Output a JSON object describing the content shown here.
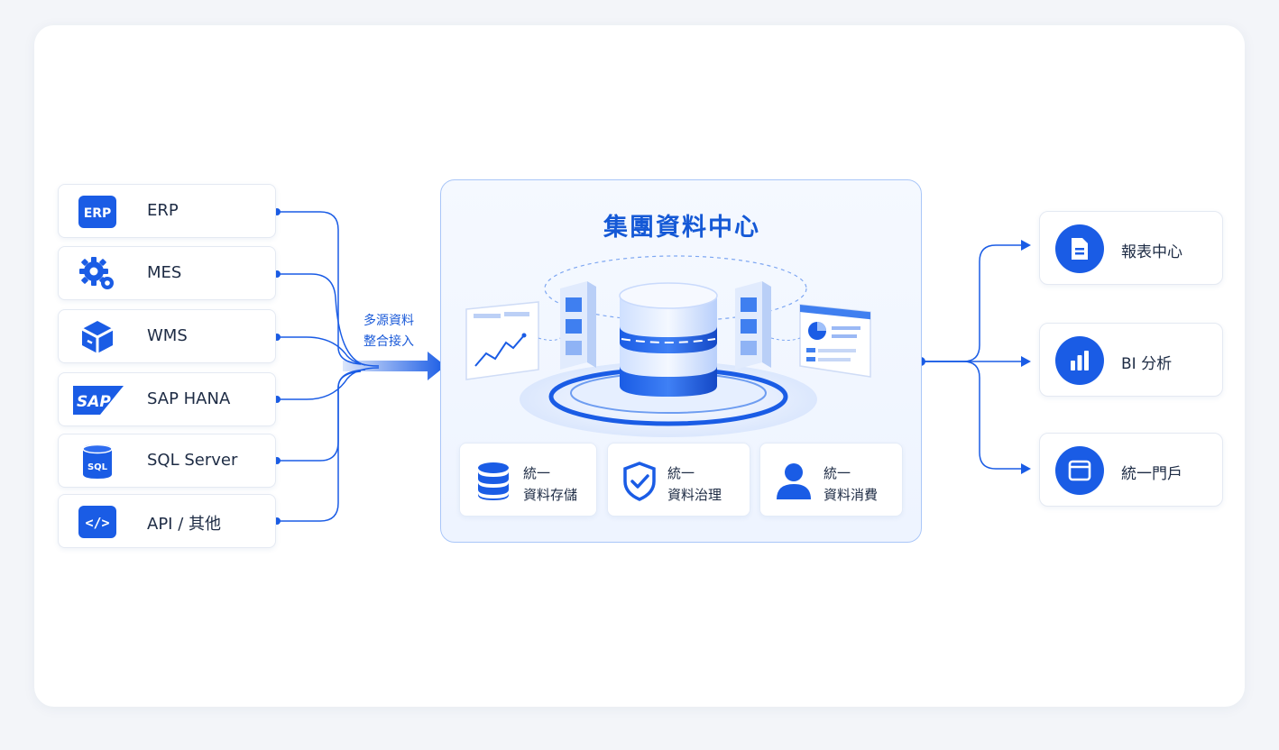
{
  "sources": [
    {
      "label": "ERP",
      "icon": "erp-badge-icon",
      "icon_text": "ERP"
    },
    {
      "label": "MES",
      "icon": "gears-icon"
    },
    {
      "label": "WMS",
      "icon": "warehouse-box-icon"
    },
    {
      "label": "SAP HANA",
      "icon": "sap-logo-icon",
      "icon_text": "SAP"
    },
    {
      "label": "SQL Server",
      "icon": "database-icon",
      "icon_text": "SQL"
    },
    {
      "label": "API / 其他",
      "icon": "code-icon",
      "icon_text": "</>"
    }
  ],
  "flow_label": {
    "line1": "多源資料",
    "line2": "整合接入"
  },
  "hub": {
    "title": "集團資料中心",
    "capabilities": [
      {
        "line1": "統一",
        "line2": "資料存儲",
        "icon": "database-stack-icon"
      },
      {
        "line1": "統一",
        "line2": "資料治理",
        "icon": "shield-check-icon"
      },
      {
        "line1": "統一",
        "line2": "資料消費",
        "icon": "user-icon"
      }
    ]
  },
  "outputs": [
    {
      "label": "報表中心",
      "icon": "document-icon"
    },
    {
      "label": "BI 分析",
      "icon": "bar-chart-icon"
    },
    {
      "label": "統一門戶",
      "icon": "browser-window-icon"
    }
  ],
  "colors": {
    "accent": "#1a5ce5",
    "accent_light": "#a9c6f8",
    "text": "#1d2b44",
    "background": "#f3f5f9"
  }
}
